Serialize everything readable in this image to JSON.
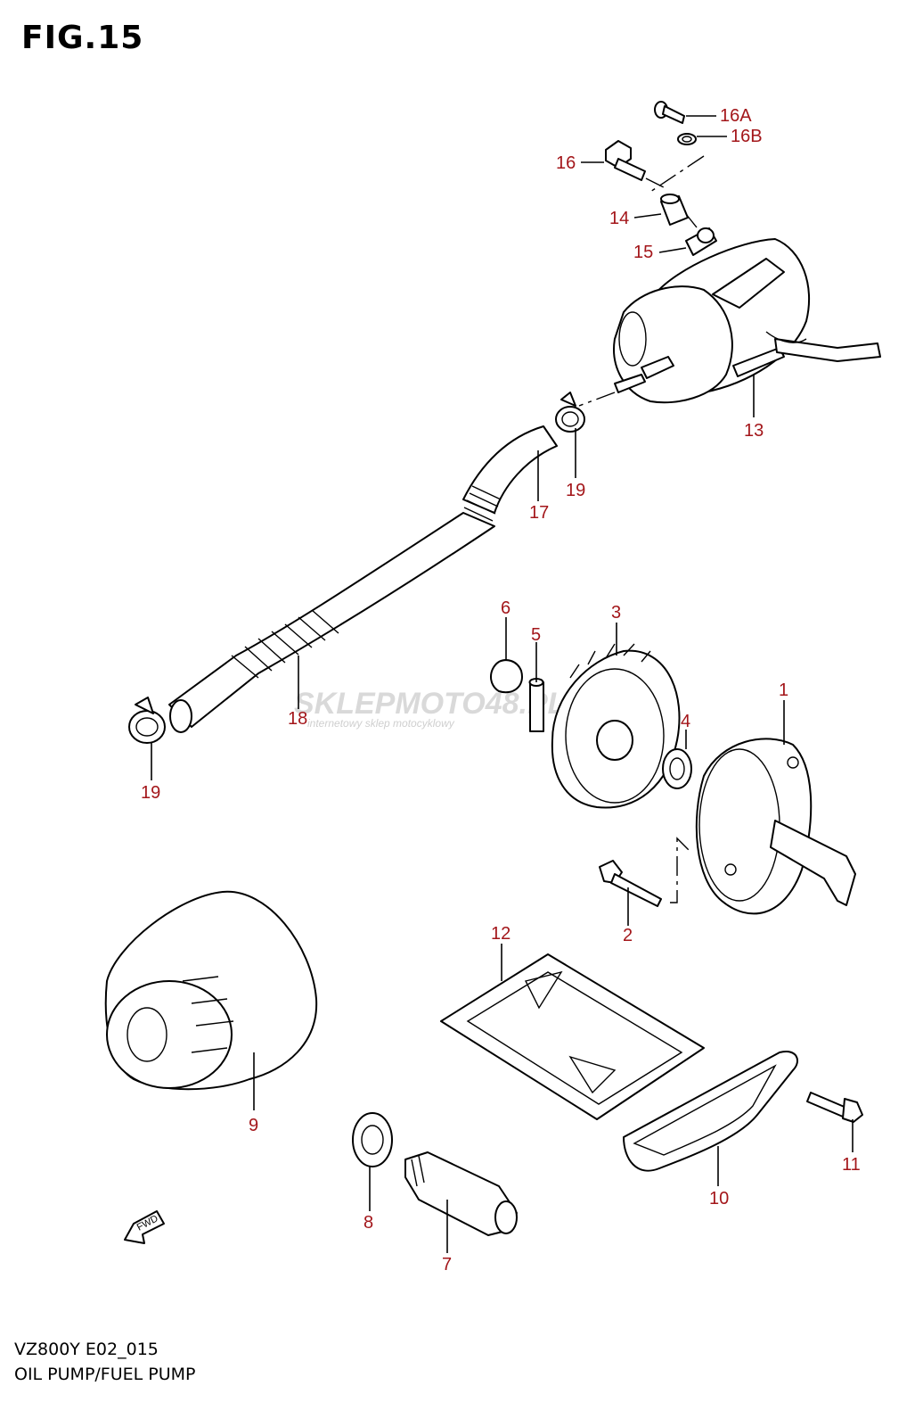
{
  "figure": {
    "title": "FIG.15",
    "model_code": "VZ800Y E02_015",
    "caption": "OIL PUMP/FUEL PUMP",
    "watermark": "SKLEPMOTO48.PL",
    "watermark_sub": "internetowy sklep motocyklowy",
    "fwd_marker": "FWD"
  },
  "colors": {
    "label": "#a3161a",
    "line": "#000000",
    "watermark": "#d9d9d9"
  },
  "labels": {
    "l1": "1",
    "l2": "2",
    "l3": "3",
    "l4": "4",
    "l5": "5",
    "l6": "6",
    "l7": "7",
    "l8": "8",
    "l9": "9",
    "l10": "10",
    "l11": "11",
    "l12": "12",
    "l13": "13",
    "l14": "14",
    "l15": "15",
    "l16": "16",
    "l16a": "16A",
    "l16b": "16B",
    "l17": "17",
    "l18": "18",
    "l19a": "19",
    "l19b": "19"
  }
}
